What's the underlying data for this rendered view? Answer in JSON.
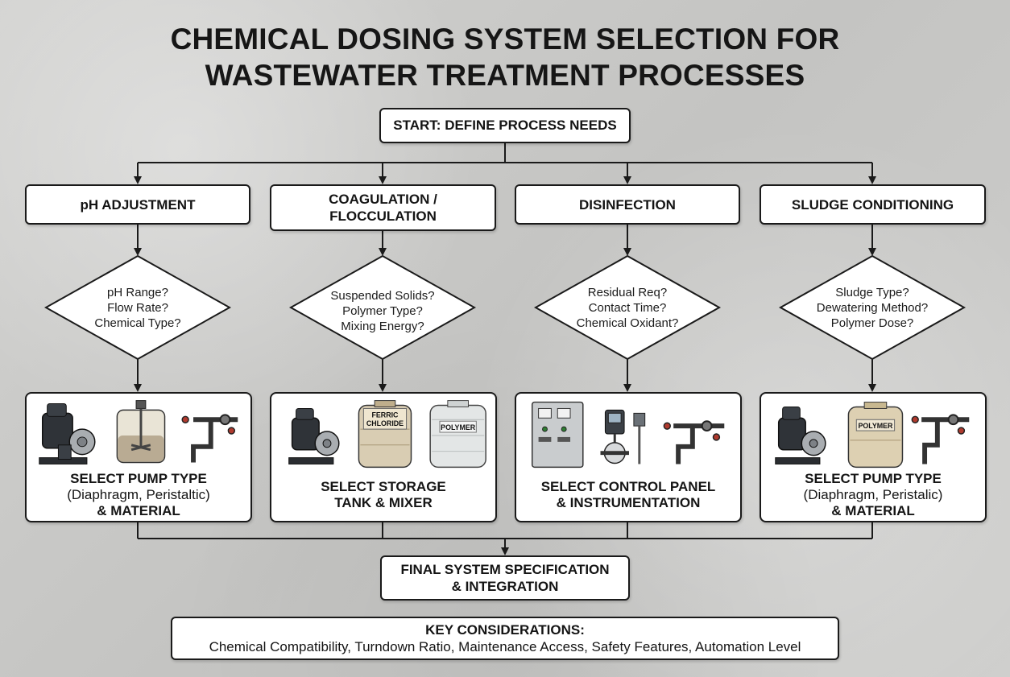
{
  "title": {
    "line1": "CHEMICAL DOSING SYSTEM SELECTION FOR",
    "line2": "WASTEWATER TREATMENT PROCESSES"
  },
  "start": "START: DEFINE PROCESS NEEDS",
  "processes": [
    {
      "name": "pH ADJUSTMENT",
      "name2": "",
      "questions": [
        "pH Range?",
        "Flow Rate?",
        "Chemical Type?"
      ],
      "select": {
        "line1": "SELECT PUMP TYPE",
        "line2": "(Diaphragm, Peristaltic)",
        "line3": "& MATERIAL"
      }
    },
    {
      "name": "COAGULATION /",
      "name2": "FLOCCULATION",
      "questions": [
        "Suspended Solids?",
        "Polymer Type?",
        "Mixing Energy?"
      ],
      "tank_labels": [
        "FERRIC",
        "CHLORIDE",
        "POLYMER"
      ],
      "select": {
        "line1": "SELECT STORAGE",
        "line2": "TANK & MIXER"
      }
    },
    {
      "name": "DISINFECTION",
      "name2": "",
      "questions": [
        "Residual Req?",
        "Contact Time?",
        "Chemical Oxidant?"
      ],
      "select": {
        "line1": "SELECT CONTROL PANEL",
        "line2": "& INSTRUMENTATION"
      }
    },
    {
      "name": "SLUDGE CONDITIONING",
      "name2": "",
      "questions": [
        "Sludge Type?",
        "Dewatering Method?",
        "Polymer Dose?"
      ],
      "tank_labels": [
        "POLYMER"
      ],
      "select": {
        "line1": "SELECT PUMP TYPE",
        "line2": "(Diaphragm, Peristalic)",
        "line3": "& MATERIAL"
      }
    }
  ],
  "final": {
    "line1": "FINAL SYSTEM SPECIFICATION",
    "line2": "& INTEGRATION"
  },
  "key": {
    "heading": "KEY CONSIDERATIONS:",
    "text": "Chemical Compatibility, Turndown Ratio, Maintenance Access, Safety Features, Automation Level"
  }
}
